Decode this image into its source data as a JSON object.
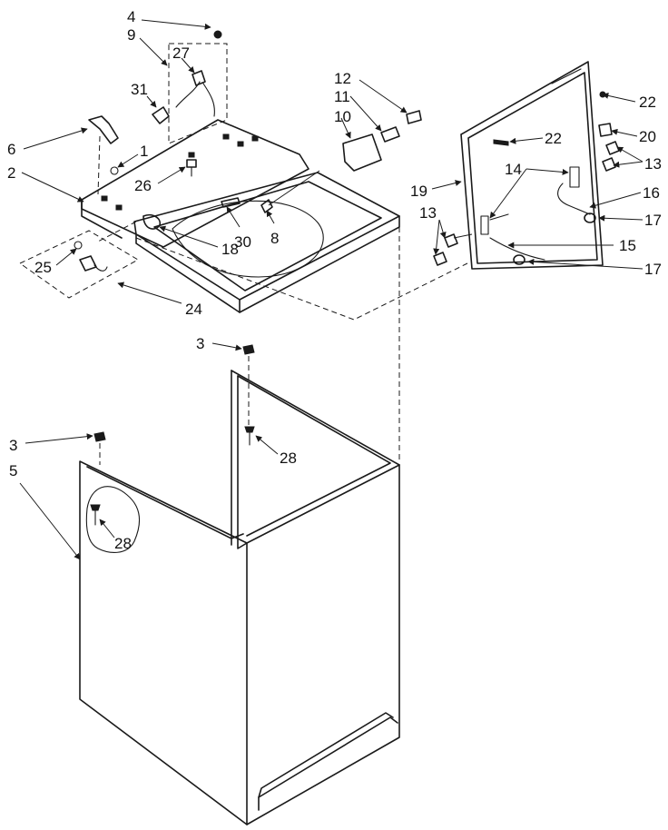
{
  "callouts": {
    "c1": "1",
    "c2": "2",
    "c3a": "3",
    "c3b": "3",
    "c4": "4",
    "c5": "5",
    "c6": "6",
    "c8": "8",
    "c9": "9",
    "c10": "10",
    "c11": "11",
    "c12": "12",
    "c13a": "13",
    "c13b": "13",
    "c14": "14",
    "c15": "15",
    "c16": "16",
    "c17a": "17",
    "c17b": "17",
    "c18": "18",
    "c19": "19",
    "c20": "20",
    "c22a": "22",
    "c22b": "22",
    "c24": "24",
    "c25": "25",
    "c26": "26",
    "c27": "27",
    "c28a": "28",
    "c28b": "28",
    "c30": "30",
    "c31": "31"
  }
}
